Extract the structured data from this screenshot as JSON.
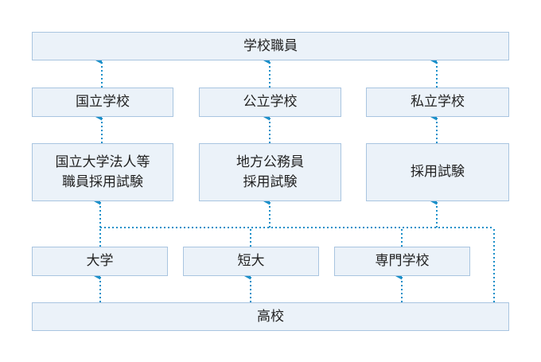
{
  "diagram": {
    "top": {
      "label": "学校職員"
    },
    "school_types": [
      {
        "label": "国立学校"
      },
      {
        "label": "公立学校"
      },
      {
        "label": "私立学校"
      }
    ],
    "exams": [
      {
        "line1": "国立大学法人等",
        "line2": "職員採用試験"
      },
      {
        "line1": "地方公務員",
        "line2": "採用試験"
      },
      {
        "line1": "採用試験"
      }
    ],
    "education": [
      {
        "label": "大学"
      },
      {
        "label": "短大"
      },
      {
        "label": "専門学校"
      }
    ],
    "bottom": {
      "label": "高校"
    }
  },
  "colors": {
    "box_fill": "#ebf2f9",
    "box_border": "#a9c5e0",
    "connector": "#1a8fc9"
  }
}
